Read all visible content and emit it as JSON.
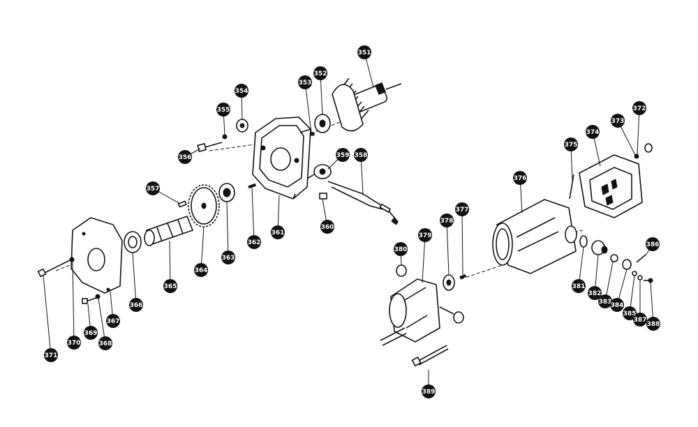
{
  "diagram": {
    "callouts": [
      {
        "key": "351",
        "label": "351"
      },
      {
        "key": "352",
        "label": "352"
      },
      {
        "key": "353",
        "label": "353"
      },
      {
        "key": "354",
        "label": "354"
      },
      {
        "key": "355",
        "label": "355"
      },
      {
        "key": "356",
        "label": "356"
      },
      {
        "key": "357",
        "label": "357"
      },
      {
        "key": "358",
        "label": "358"
      },
      {
        "key": "359",
        "label": "359"
      },
      {
        "key": "360",
        "label": "360"
      },
      {
        "key": "361",
        "label": "361"
      },
      {
        "key": "362",
        "label": "362"
      },
      {
        "key": "363",
        "label": "363"
      },
      {
        "key": "364",
        "label": "364"
      },
      {
        "key": "365",
        "label": "365"
      },
      {
        "key": "366",
        "label": "366"
      },
      {
        "key": "367",
        "label": "367"
      },
      {
        "key": "368",
        "label": "368"
      },
      {
        "key": "369",
        "label": "369"
      },
      {
        "key": "370",
        "label": "370"
      },
      {
        "key": "371",
        "label": "371"
      },
      {
        "key": "372",
        "label": "372"
      },
      {
        "key": "373",
        "label": "373"
      },
      {
        "key": "374",
        "label": "374"
      },
      {
        "key": "375",
        "label": "375"
      },
      {
        "key": "376",
        "label": "376"
      },
      {
        "key": "377",
        "label": "377"
      },
      {
        "key": "378",
        "label": "378"
      },
      {
        "key": "379",
        "label": "379"
      },
      {
        "key": "380",
        "label": "380"
      },
      {
        "key": "381",
        "label": "381"
      },
      {
        "key": "382",
        "label": "382"
      },
      {
        "key": "383",
        "label": "383"
      },
      {
        "key": "384",
        "label": "384"
      },
      {
        "key": "385",
        "label": "385"
      },
      {
        "key": "386",
        "label": "386"
      },
      {
        "key": "387",
        "label": "387"
      },
      {
        "key": "388",
        "label": "388"
      },
      {
        "key": "389",
        "label": "389"
      }
    ]
  }
}
